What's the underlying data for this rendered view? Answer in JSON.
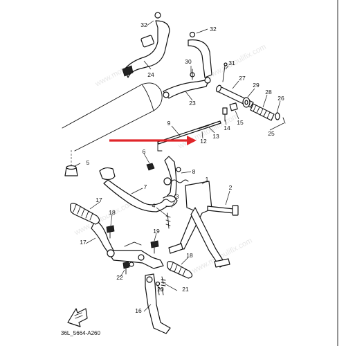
{
  "diagram": {
    "watermark": "www.motoulifix.com",
    "diagram_code": "36L_5664-A260",
    "pointer_color": "#e0262a",
    "callouts": [
      "1",
      "2",
      "3",
      "4",
      "5",
      "6",
      "7",
      "8",
      "9",
      "12",
      "13",
      "14",
      "15",
      "16",
      "17",
      "17",
      "18",
      "18",
      "19",
      "20",
      "21",
      "22",
      "23",
      "24",
      "25",
      "26",
      "27",
      "28",
      "29",
      "30",
      "31",
      "32",
      "32"
    ]
  }
}
